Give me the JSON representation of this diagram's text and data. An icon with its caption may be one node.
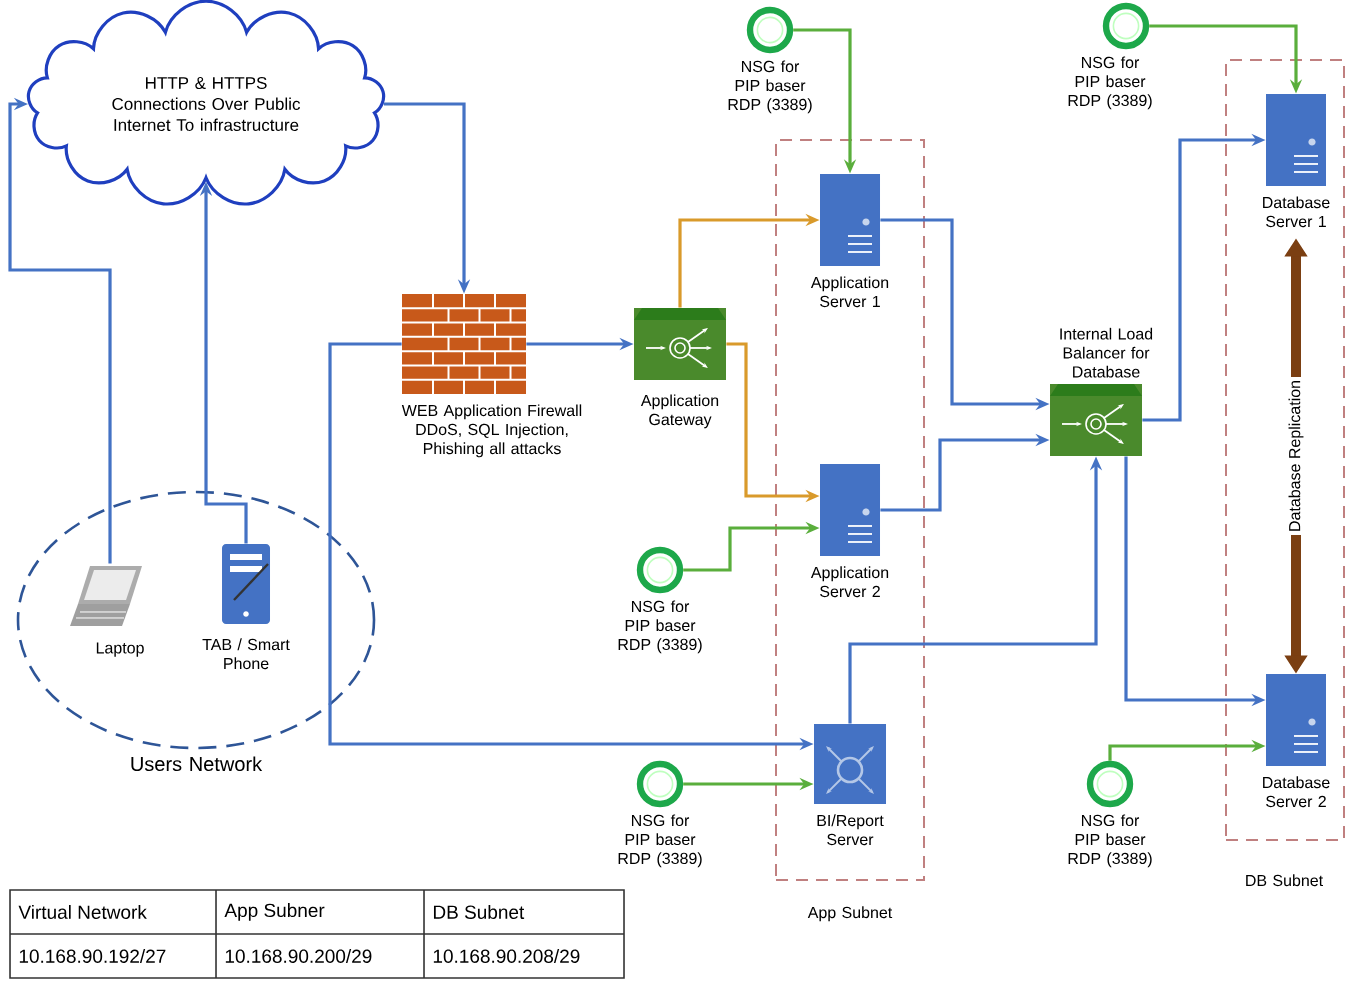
{
  "diagram": {
    "nodes": [
      {
        "text": [
          "HTTP & HTTPS Connections Over Public Internet To infrastructure"
        ]
      },
      {
        "text": [
          "Users Network"
        ]
      },
      {
        "text": [
          "Laptop"
        ],
        "in": 1
      },
      {
        "text": [
          "TAB / Smart Phone"
        ],
        "in": 1
      },
      {
        "text": [
          "WEB Application Firewall DDoS, SQL Injection, Phishing all attacks"
        ]
      },
      {
        "text": [
          "Application Gateway"
        ]
      },
      {
        "text": [
          "App Subnet"
        ]
      },
      {
        "text": [
          "Application Server 1"
        ],
        "in": 6
      },
      {
        "text": [
          "Application Server 2"
        ],
        "in": 6
      },
      {
        "text": [
          "BI/Report Server"
        ],
        "in": 6
      },
      {
        "text": [
          "NSG for PIP baser RDP (3389)"
        ]
      },
      {
        "text": [
          "NSG for PIP baser RDP (3389)"
        ]
      },
      {
        "text": [
          "NSG for PIP baser RDP (3389)"
        ]
      },
      {
        "text": [
          "Internal Load Balancer for Database"
        ]
      },
      {
        "text": [
          "DB Subnet"
        ]
      },
      {
        "text": [
          "Database Server 1"
        ],
        "in": 14
      },
      {
        "text": [
          "Database Server 2"
        ],
        "in": 14
      },
      {
        "text": [
          "NSG for PIP baser RDP (3389)"
        ]
      },
      {
        "text": [
          "NSG for PIP baser RDP (3389)"
        ]
      }
    ],
    "edges": [
      {
        "from": 2,
        "to": 0,
        "arrow": "to"
      },
      {
        "from": 3,
        "to": 0,
        "arrow": "to"
      },
      {
        "from": 0,
        "to": 4,
        "arrow": "to"
      },
      {
        "from": 4,
        "to": 5,
        "arrow": "to"
      },
      {
        "from": 4,
        "to": 9,
        "arrow": "to"
      },
      {
        "from": 5,
        "to": 7,
        "arrow": "to",
        "color": "#d99a2b"
      },
      {
        "from": 5,
        "to": 8,
        "arrow": "to",
        "color": "#d99a2b"
      },
      {
        "from": 10,
        "to": 7,
        "arrow": "to",
        "color": "#5aae3c"
      },
      {
        "from": 11,
        "to": 8,
        "arrow": "to",
        "color": "#5aae3c"
      },
      {
        "from": 12,
        "to": 9,
        "arrow": "to",
        "color": "#5aae3c"
      },
      {
        "from": 17,
        "to": 15,
        "arrow": "to",
        "color": "#5aae3c"
      },
      {
        "from": 18,
        "to": 16,
        "arrow": "to",
        "color": "#5aae3c"
      },
      {
        "from": 7,
        "to": 13,
        "arrow": "to"
      },
      {
        "from": 8,
        "to": 13,
        "arrow": "to"
      },
      {
        "from": 9,
        "to": 13,
        "arrow": "to"
      },
      {
        "from": 13,
        "to": 15,
        "arrow": "to"
      },
      {
        "from": 13,
        "to": 16,
        "arrow": "to"
      },
      {
        "from": 15,
        "to": 16,
        "arrow": "both",
        "label": "Database Replication",
        "style": "thick",
        "color": "#7b3f12"
      }
    ],
    "labels": [
      "Virtual Network",
      "App Subner",
      "DB Subnet",
      "10.168.90.192/27",
      "10.168.90.200/29",
      "10.168.90.208/29"
    ]
  }
}
